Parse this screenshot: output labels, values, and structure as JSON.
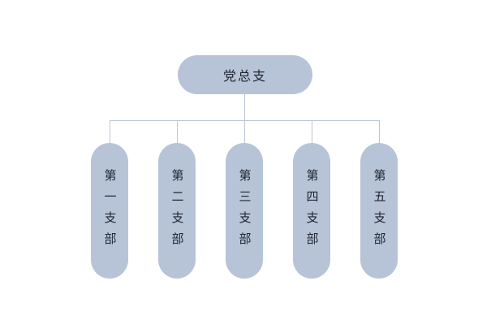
{
  "diagram": {
    "type": "org-chart",
    "root": {
      "label": "党总支"
    },
    "children": [
      {
        "label": "第一支部"
      },
      {
        "label": "第二支部"
      },
      {
        "label": "第三支部"
      },
      {
        "label": "第四支部"
      },
      {
        "label": "第五支部"
      }
    ]
  },
  "colors": {
    "node_fill": "#b7c4d8",
    "node_text": "#1f2430",
    "line": "#bcc6d4",
    "background": "#ffffff"
  }
}
